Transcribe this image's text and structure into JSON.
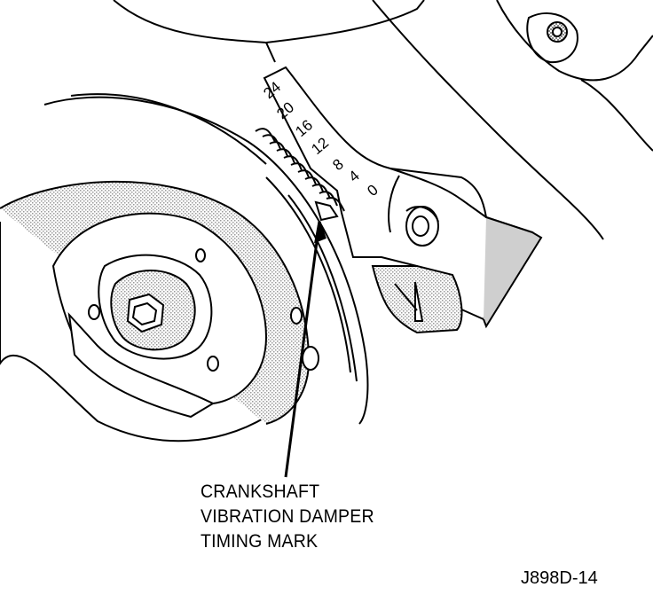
{
  "callout": {
    "lines": [
      "CRANKSHAFT",
      "VIBRATION DAMPER",
      "TIMING MARK"
    ]
  },
  "figure_code": "J898D-14",
  "timing_scale": {
    "labels": [
      "24",
      "20",
      "16",
      "12",
      "8",
      "4",
      "0"
    ]
  },
  "colors": {
    "line": "#000000",
    "shade": "#9a9a9a",
    "background": "#ffffff"
  }
}
